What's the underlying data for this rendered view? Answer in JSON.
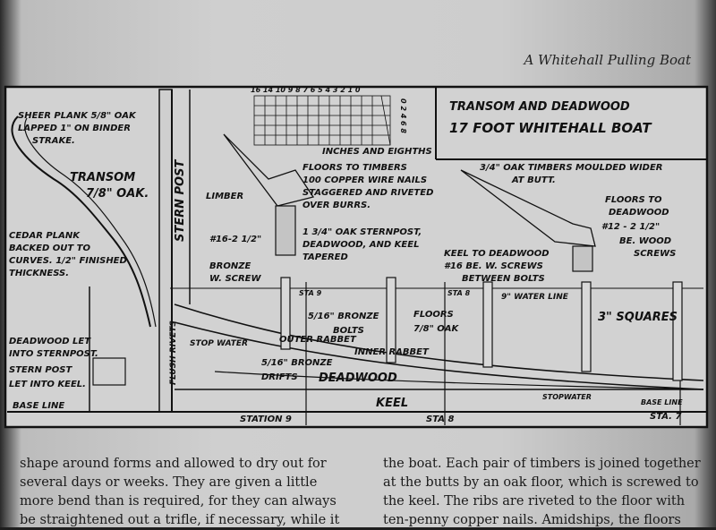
{
  "running_head": "A Whitehall Pulling Boat",
  "figure": {
    "title_line1": "TRANSOM AND DEADWOOD",
    "title_line2": "17 FOOT WHITEHALL BOAT",
    "scale_numbers": "16 14 10 9 8 7 6 5 4 3 2 1 0",
    "scale_side": "0 2 4 6 8",
    "scale_caption": "INCHES AND EIGHTHS",
    "labels": {
      "sheer_plank": "SHEER PLANK 5/8\" OAK",
      "lapped": "LAPPED 1\" ON BINDER",
      "strake": "STRAKE.",
      "transom": "TRANSOM",
      "transom_oak": "7/8\" OAK.",
      "cedar_plank": "CEDAR PLANK",
      "backed_out": "BACKED OUT TO",
      "curves": "CURVES. 1/2\" FINISHED",
      "thickness": "THICKNESS.",
      "deadwood_let": "DEADWOOD LET",
      "into_sternpost": "INTO STERNPOST.",
      "stern_post_let": "STERN POST",
      "let_into_keel": "LET INTO KEEL.",
      "base_line": "BASE LINE",
      "base_line_right": "BASE LINE",
      "stern_post": "STERN POST",
      "limber": "LIMBER",
      "floors_timbers_1": "FLOORS TO TIMBERS",
      "floors_timbers_2": "100 COPPER WIRE NAILS",
      "floors_timbers_3": "STAGGERED AND RIVETED",
      "floors_timbers_4": "OVER BURRS.",
      "sternpost_desc_1": "1 3/4\" OAK STERNPOST,",
      "sternpost_desc_2": "DEADWOOD, AND KEEL",
      "sternpost_desc_3": "TAPERED",
      "screw_1": "#16-2 1/2\"",
      "screw_2": "BRONZE",
      "screw_3": "W. SCREW",
      "oak_timbers_1": "3/4\" OAK TIMBERS MOULDED WIDER",
      "oak_timbers_2": "AT BUTT.",
      "floors_deadwood_1": "FLOORS TO",
      "floors_deadwood_2": "DEADWOOD",
      "floors_deadwood_3": "#12 - 2 1/2\"",
      "floors_deadwood_4": "BE. WOOD",
      "floors_deadwood_5": "SCREWS",
      "keel_deadwood_1": "KEEL TO DEADWOOD",
      "keel_deadwood_2": "#16 BE. W. SCREWS",
      "keel_deadwood_3": "BETWEEN BOLTS",
      "sta9": "STA 9",
      "sta8": "STA 8",
      "water_line": "9\" WATER LINE",
      "squares": "3\" SQUARES",
      "bronze_bolts_1": "5/16\" BRONZE",
      "bronze_bolts_2": "BOLTS",
      "floors_oak_1": "FLOORS",
      "floors_oak_2": "7/8\" OAK",
      "flush_rivets": "FLUSH RIVETS",
      "stop_water": "STOP WATER",
      "outer_rabbet": "OUTER RABBET",
      "inner_rabbet": "INNER RABBET",
      "bronze_drifts_1": "5/16\" BRONZE",
      "bronze_drifts_2": "DRIFTS",
      "deadwood": "DEADWOOD",
      "keel": "KEEL",
      "stopwater": "STOPWATER",
      "station9": "STATION 9",
      "sta8_bottom": "STA 8",
      "sta7": "STA. 7"
    }
  },
  "text": {
    "left": [
      "shape around forms and allowed to dry out for",
      "several days or weeks. They are given a little",
      "more bend than is required, for they can always",
      "be straightened out a trifle, if necessary, while it"
    ],
    "right": [
      "the boat. Each pair of timbers is joined together",
      "at the butts by an oak floor, which is screwed to",
      "the keel. The ribs are riveted to the floor with",
      "ten-penny copper nails. Amidships, the floors"
    ]
  }
}
